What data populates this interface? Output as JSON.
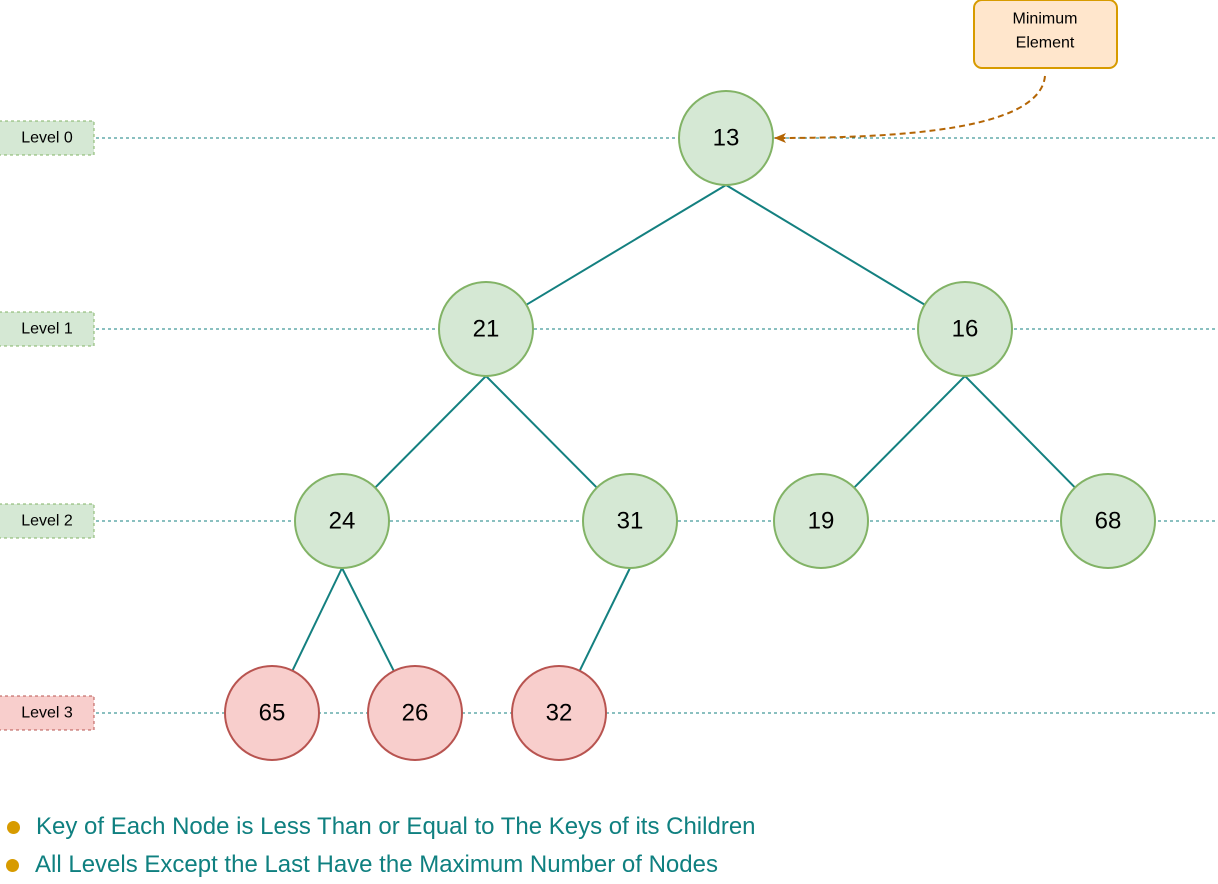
{
  "levels": [
    {
      "label": "Level 0",
      "highlight": false
    },
    {
      "label": "Level 1",
      "highlight": false
    },
    {
      "label": "Level 2",
      "highlight": false
    },
    {
      "label": "Level 3",
      "highlight": true
    }
  ],
  "nodes": [
    {
      "id": "n13",
      "key": "13",
      "level": 0,
      "highlight": false
    },
    {
      "id": "n21",
      "key": "21",
      "level": 1,
      "highlight": false
    },
    {
      "id": "n16",
      "key": "16",
      "level": 1,
      "highlight": false
    },
    {
      "id": "n24",
      "key": "24",
      "level": 2,
      "highlight": false
    },
    {
      "id": "n31",
      "key": "31",
      "level": 2,
      "highlight": false
    },
    {
      "id": "n19",
      "key": "19",
      "level": 2,
      "highlight": false
    },
    {
      "id": "n68",
      "key": "68",
      "level": 2,
      "highlight": false
    },
    {
      "id": "n65",
      "key": "65",
      "level": 3,
      "highlight": true
    },
    {
      "id": "n26",
      "key": "26",
      "level": 3,
      "highlight": true
    },
    {
      "id": "n32",
      "key": "32",
      "level": 3,
      "highlight": true
    }
  ],
  "edges": [
    {
      "from": "n13",
      "to": "n21"
    },
    {
      "from": "n13",
      "to": "n16"
    },
    {
      "from": "n21",
      "to": "n24"
    },
    {
      "from": "n21",
      "to": "n31"
    },
    {
      "from": "n16",
      "to": "n19"
    },
    {
      "from": "n16",
      "to": "n68"
    },
    {
      "from": "n24",
      "to": "n65"
    },
    {
      "from": "n24",
      "to": "n26"
    },
    {
      "from": "n31",
      "to": "n32"
    }
  ],
  "callout": {
    "line1": "Minimum",
    "line2": "Element",
    "points_to": "n13"
  },
  "notes": [
    "Key of Each Node is Less Than or Equal to The Keys of its Children",
    "All Levels Except the Last Have the Maximum Number of Nodes"
  ],
  "colors": {
    "node_fill": "#d5e8d4",
    "node_stroke": "#82b366",
    "last_level_fill": "#f8cecc",
    "last_level_stroke": "#b85450",
    "edge": "#148080",
    "level_line": "#148080",
    "callout_fill": "#ffe6cc",
    "callout_stroke": "#d79b00",
    "callout_arrow": "#b46504",
    "note_text": "#0f8080",
    "bullet": "#d79b00"
  }
}
